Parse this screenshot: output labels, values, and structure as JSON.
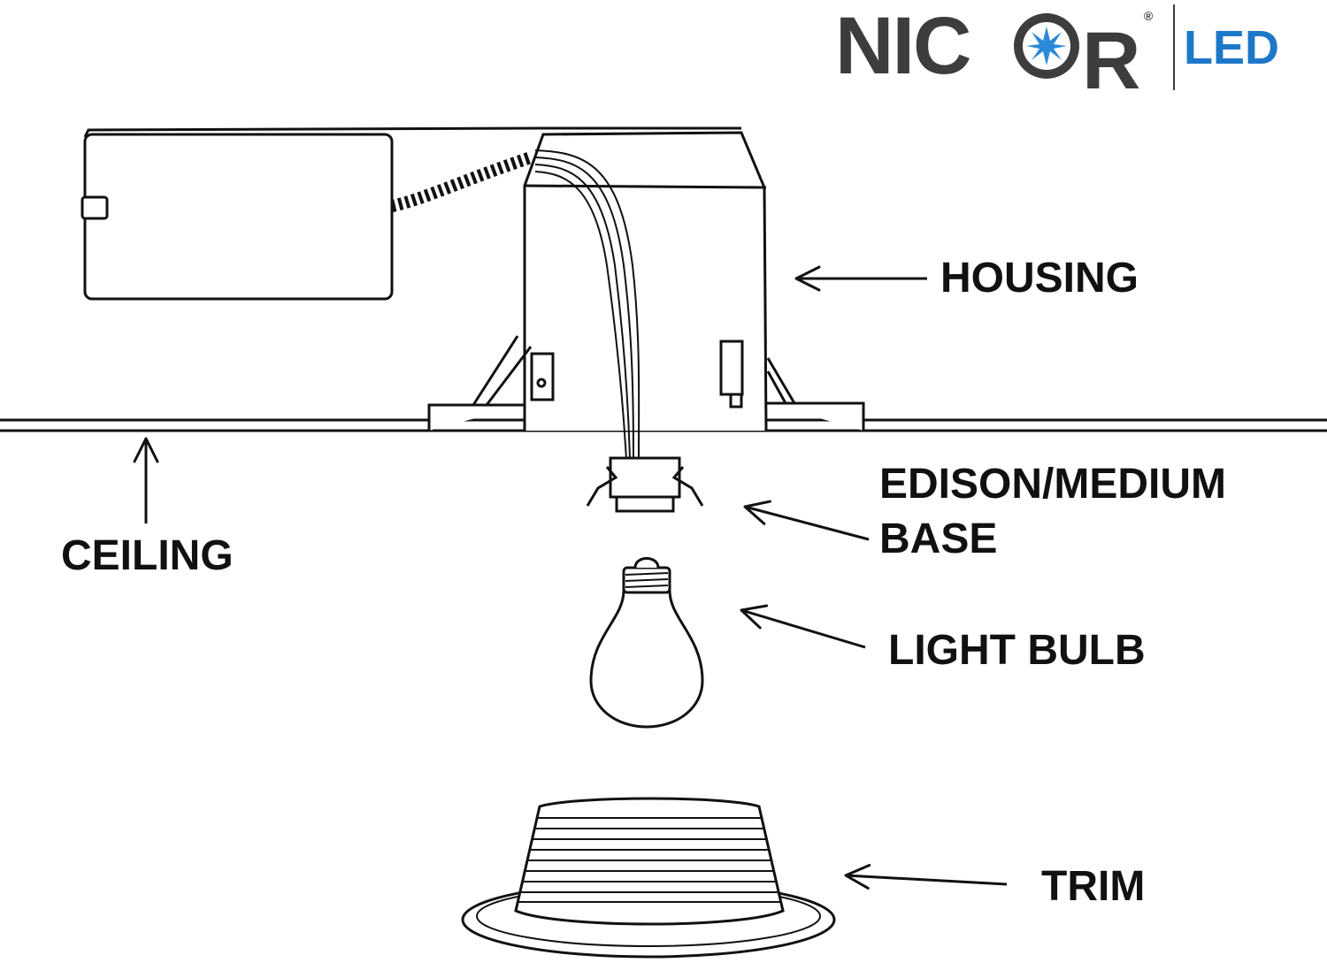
{
  "brand": {
    "name": "NICOR",
    "suffix": "LED",
    "registered_mark": "®",
    "colors": {
      "wordmark": "#3d3d3d",
      "accent": "#1e78c8",
      "star": "#2b8ad8"
    }
  },
  "labels": {
    "housing": "HOUSING",
    "ceiling": "CEILING",
    "base_line1": "EDISON/MEDIUM",
    "base_line2": "BASE",
    "bulb": "LIGHT BULB",
    "trim": "TRIM"
  },
  "colors": {
    "line": "#111111",
    "background": "#ffffff"
  }
}
